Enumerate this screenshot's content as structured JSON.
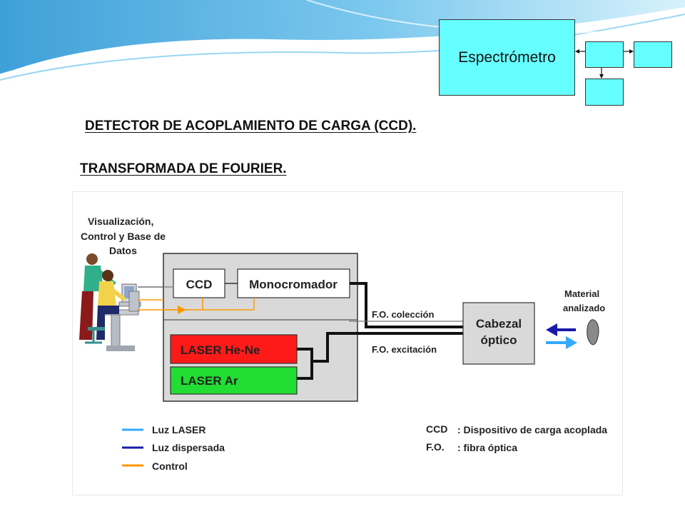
{
  "header": {
    "spectrometer_label": "Espectrómetro"
  },
  "headings": {
    "ccd_title": "DETECTOR DE ACOPLAMIENTO DE CARGA (CCD).",
    "fourier_title": "TRANSFORMADA DE FOURIER."
  },
  "diagram": {
    "visualization_label": [
      "Visualización,",
      "Control y  Base de",
      "Datos"
    ],
    "ccd_box": "CCD",
    "monochromator_box": "Monocromador",
    "laser_hene": "LASER He-Ne",
    "laser_ar": "LASER Ar",
    "fo_collection": "F.O. colección",
    "fo_excitation": "F.O. excitación",
    "optical_head": [
      "Cabezal",
      "óptico"
    ],
    "material": [
      "Material",
      "analizado"
    ],
    "legend": {
      "laser_light": "Luz LASER",
      "scattered_light": "Luz dispersada",
      "control": "Control"
    },
    "glossary": {
      "ccd_abbr": "CCD",
      "ccd_def": ": Dispositivo de carga acoplada",
      "fo_abbr": "F.O.",
      "fo_def": ": fibra óptica"
    }
  },
  "colors": {
    "cyan_box": "#66ffff",
    "laser_red": "#ff1a1a",
    "laser_green": "#22dd33",
    "laser_light": "#33aaff",
    "scattered_light": "#1a1aaa",
    "control": "#ff9900"
  }
}
